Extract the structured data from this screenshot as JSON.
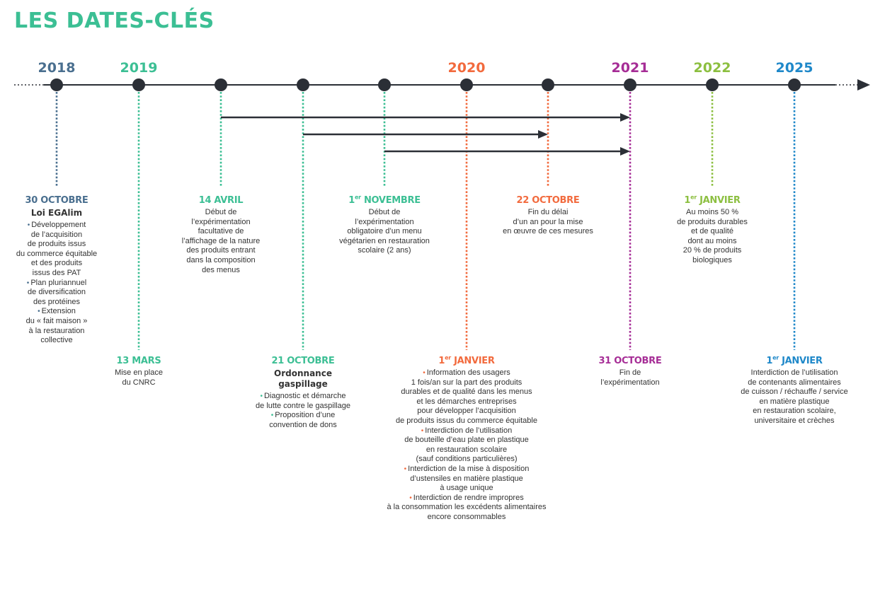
{
  "title": "LES DATES-CLÉS",
  "colors": {
    "title": "#3cbf94",
    "axis": "#2b2f36",
    "arrow": "#2b2f36",
    "c2018": "#4a6f8f",
    "c2019": "#3cbf94",
    "c2020": "#f26a3d",
    "c2021": "#a62d96",
    "c2022": "#8cbf40",
    "c2025": "#1f88c9",
    "bullet_blue": "#4a6f8f"
  },
  "years": [
    {
      "label": "2018",
      "color": "#4a6f8f"
    },
    {
      "label": "2019",
      "color": "#3cbf94"
    },
    {
      "label": "2020",
      "color": "#f26a3d"
    },
    {
      "label": "2021",
      "color": "#a62d96"
    },
    {
      "label": "2022",
      "color": "#8cbf40"
    },
    {
      "label": "2025",
      "color": "#1f88c9"
    }
  ],
  "events": {
    "oct2018": {
      "date": "30 OCTOBRE",
      "subtitle": "Loi EGAlim",
      "lines": [
        {
          "t": "Développement",
          "b": true
        },
        {
          "t": "de l’acquisition"
        },
        {
          "t": "de produits issus"
        },
        {
          "t": "du commerce équitable"
        },
        {
          "t": "et des produits"
        },
        {
          "t": "issus des PAT"
        },
        {
          "t": "Plan pluriannuel",
          "b": true
        },
        {
          "t": "de diversification"
        },
        {
          "t": "des protéines"
        },
        {
          "t": "Extension",
          "b": true
        },
        {
          "t": "du « fait maison »"
        },
        {
          "t": "à la restauration"
        },
        {
          "t": "collective"
        }
      ]
    },
    "mars2019": {
      "date": "13 MARS",
      "lines": [
        {
          "t": "Mise en place"
        },
        {
          "t": "du CNRC"
        }
      ]
    },
    "avril2019": {
      "date": "14 AVRIL",
      "lines": [
        {
          "t": "Début de"
        },
        {
          "t": "l’expérimentation"
        },
        {
          "t": "facultative de"
        },
        {
          "t": "l’affichage de la nature"
        },
        {
          "t": "des produits entrant"
        },
        {
          "t": "dans la composition"
        },
        {
          "t": "des menus"
        }
      ]
    },
    "oct2019": {
      "date": "21 OCTOBRE",
      "subtitle": "Ordonnance gaspillage",
      "lines": [
        {
          "t": "Diagnostic et démarche",
          "b": true
        },
        {
          "t": "de lutte contre le gaspillage"
        },
        {
          "t": "Proposition d’une",
          "b": true
        },
        {
          "t": "convention de dons"
        }
      ]
    },
    "nov2019": {
      "date_num": "1",
      "date_sup": "er",
      "date_rest": " NOVEMBRE",
      "lines": [
        {
          "t": "Début de"
        },
        {
          "t": "l’expérimentation"
        },
        {
          "t": "obligatoire d’un menu"
        },
        {
          "t": "végétarien en restauration"
        },
        {
          "t": "scolaire (2 ans)"
        }
      ]
    },
    "jan2020": {
      "date_num": "1",
      "date_sup": "er",
      "date_rest": " JANVIER",
      "lines": [
        {
          "t": "Information des usagers",
          "b": true
        },
        {
          "t": "1 fois/an sur la part des produits"
        },
        {
          "t": "durables et de qualité dans les menus"
        },
        {
          "t": "et les démarches entreprises"
        },
        {
          "t": "pour développer l’acquisition"
        },
        {
          "t": "de produits issus du commerce équitable"
        },
        {
          "t": "Interdiction de l’utilisation",
          "b": true
        },
        {
          "t": "de bouteille d’eau plate en plastique"
        },
        {
          "t": "en restauration scolaire"
        },
        {
          "t": "(sauf conditions particulières)"
        },
        {
          "t": "Interdiction de la mise à disposition",
          "b": true
        },
        {
          "t": "d’ustensiles en matière plastique"
        },
        {
          "t": "à usage unique"
        },
        {
          "t": "Interdiction de rendre impropres",
          "b": true
        },
        {
          "t": "à la consommation les excédents alimentaires"
        },
        {
          "t": "encore consommables"
        }
      ]
    },
    "oct2020": {
      "date": "22 OCTOBRE",
      "lines": [
        {
          "t": "Fin du délai"
        },
        {
          "t": "d’un an pour la mise"
        },
        {
          "t": "en œuvre de ces mesures"
        }
      ]
    },
    "oct2021": {
      "date": "31 OCTOBRE",
      "lines": [
        {
          "t": "Fin de"
        },
        {
          "t": "l’expérimentation"
        }
      ]
    },
    "jan2022": {
      "date_num": "1",
      "date_sup": "er",
      "date_rest": " JANVIER",
      "lines": [
        {
          "t": "Au moins 50 %"
        },
        {
          "t": "de produits durables"
        },
        {
          "t": "et de qualité"
        },
        {
          "t": "dont au moins"
        },
        {
          "t": "20 % de produits"
        },
        {
          "t": "biologiques"
        }
      ]
    },
    "jan2025": {
      "date_num": "1",
      "date_sup": "er",
      "date_rest": " JANVIER",
      "lines": [
        {
          "t": "Interdiction de l’utilisation"
        },
        {
          "t": "de contenants alimentaires"
        },
        {
          "t": "de cuisson / réchauffe / service"
        },
        {
          "t": "en matière plastique"
        },
        {
          "t": "en restauration scolaire,"
        },
        {
          "t": "universitaire et crèches"
        }
      ]
    }
  }
}
